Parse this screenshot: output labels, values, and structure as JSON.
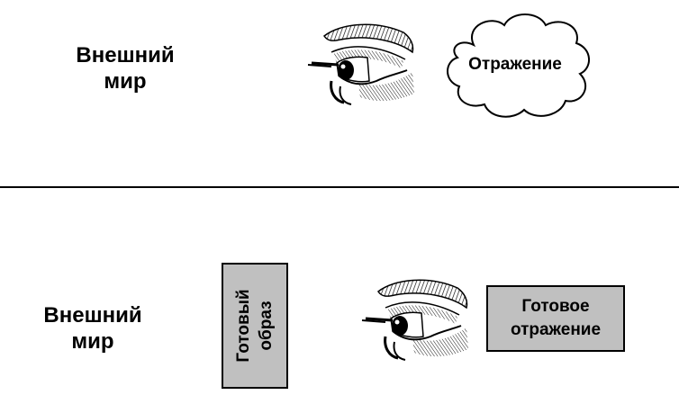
{
  "top_row": {
    "world_label": "Внешний\nмир",
    "reflection_label": "Отражение"
  },
  "bottom_row": {
    "world_label": "Внешний\nмир",
    "ready_image_label": "Готовый\nобраз",
    "ready_reflection_label": "Готовое\nотражение"
  },
  "colors": {
    "box_fill": "#c0c0c0",
    "ink": "#000000"
  },
  "icons": [
    "eye-icon",
    "cloud-shape"
  ]
}
